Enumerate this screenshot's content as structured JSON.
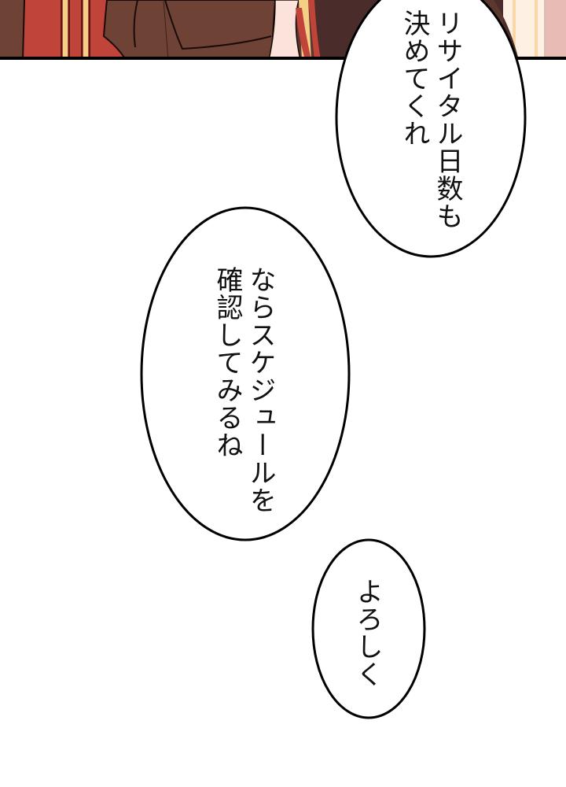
{
  "scene": {
    "top_panel": {
      "colors": {
        "red_curtain": "#c0443a",
        "brown_coat": "#6e4336",
        "dark_brown": "#4a2c2a",
        "gold_trim": "#f5cf86",
        "pale_pink": "#fbe3dc",
        "cream": "#fff0e4",
        "rose": "#e8bcb4",
        "border": "#000000"
      }
    },
    "bubbles": [
      {
        "id": "bubble-1",
        "lines": [
          "リサイタル日数も",
          "決めてくれ"
        ]
      },
      {
        "id": "bubble-2",
        "lines": [
          "ならスケジュールを",
          "確認してみるね"
        ]
      },
      {
        "id": "bubble-3",
        "lines": [
          "よろしく"
        ]
      }
    ]
  }
}
